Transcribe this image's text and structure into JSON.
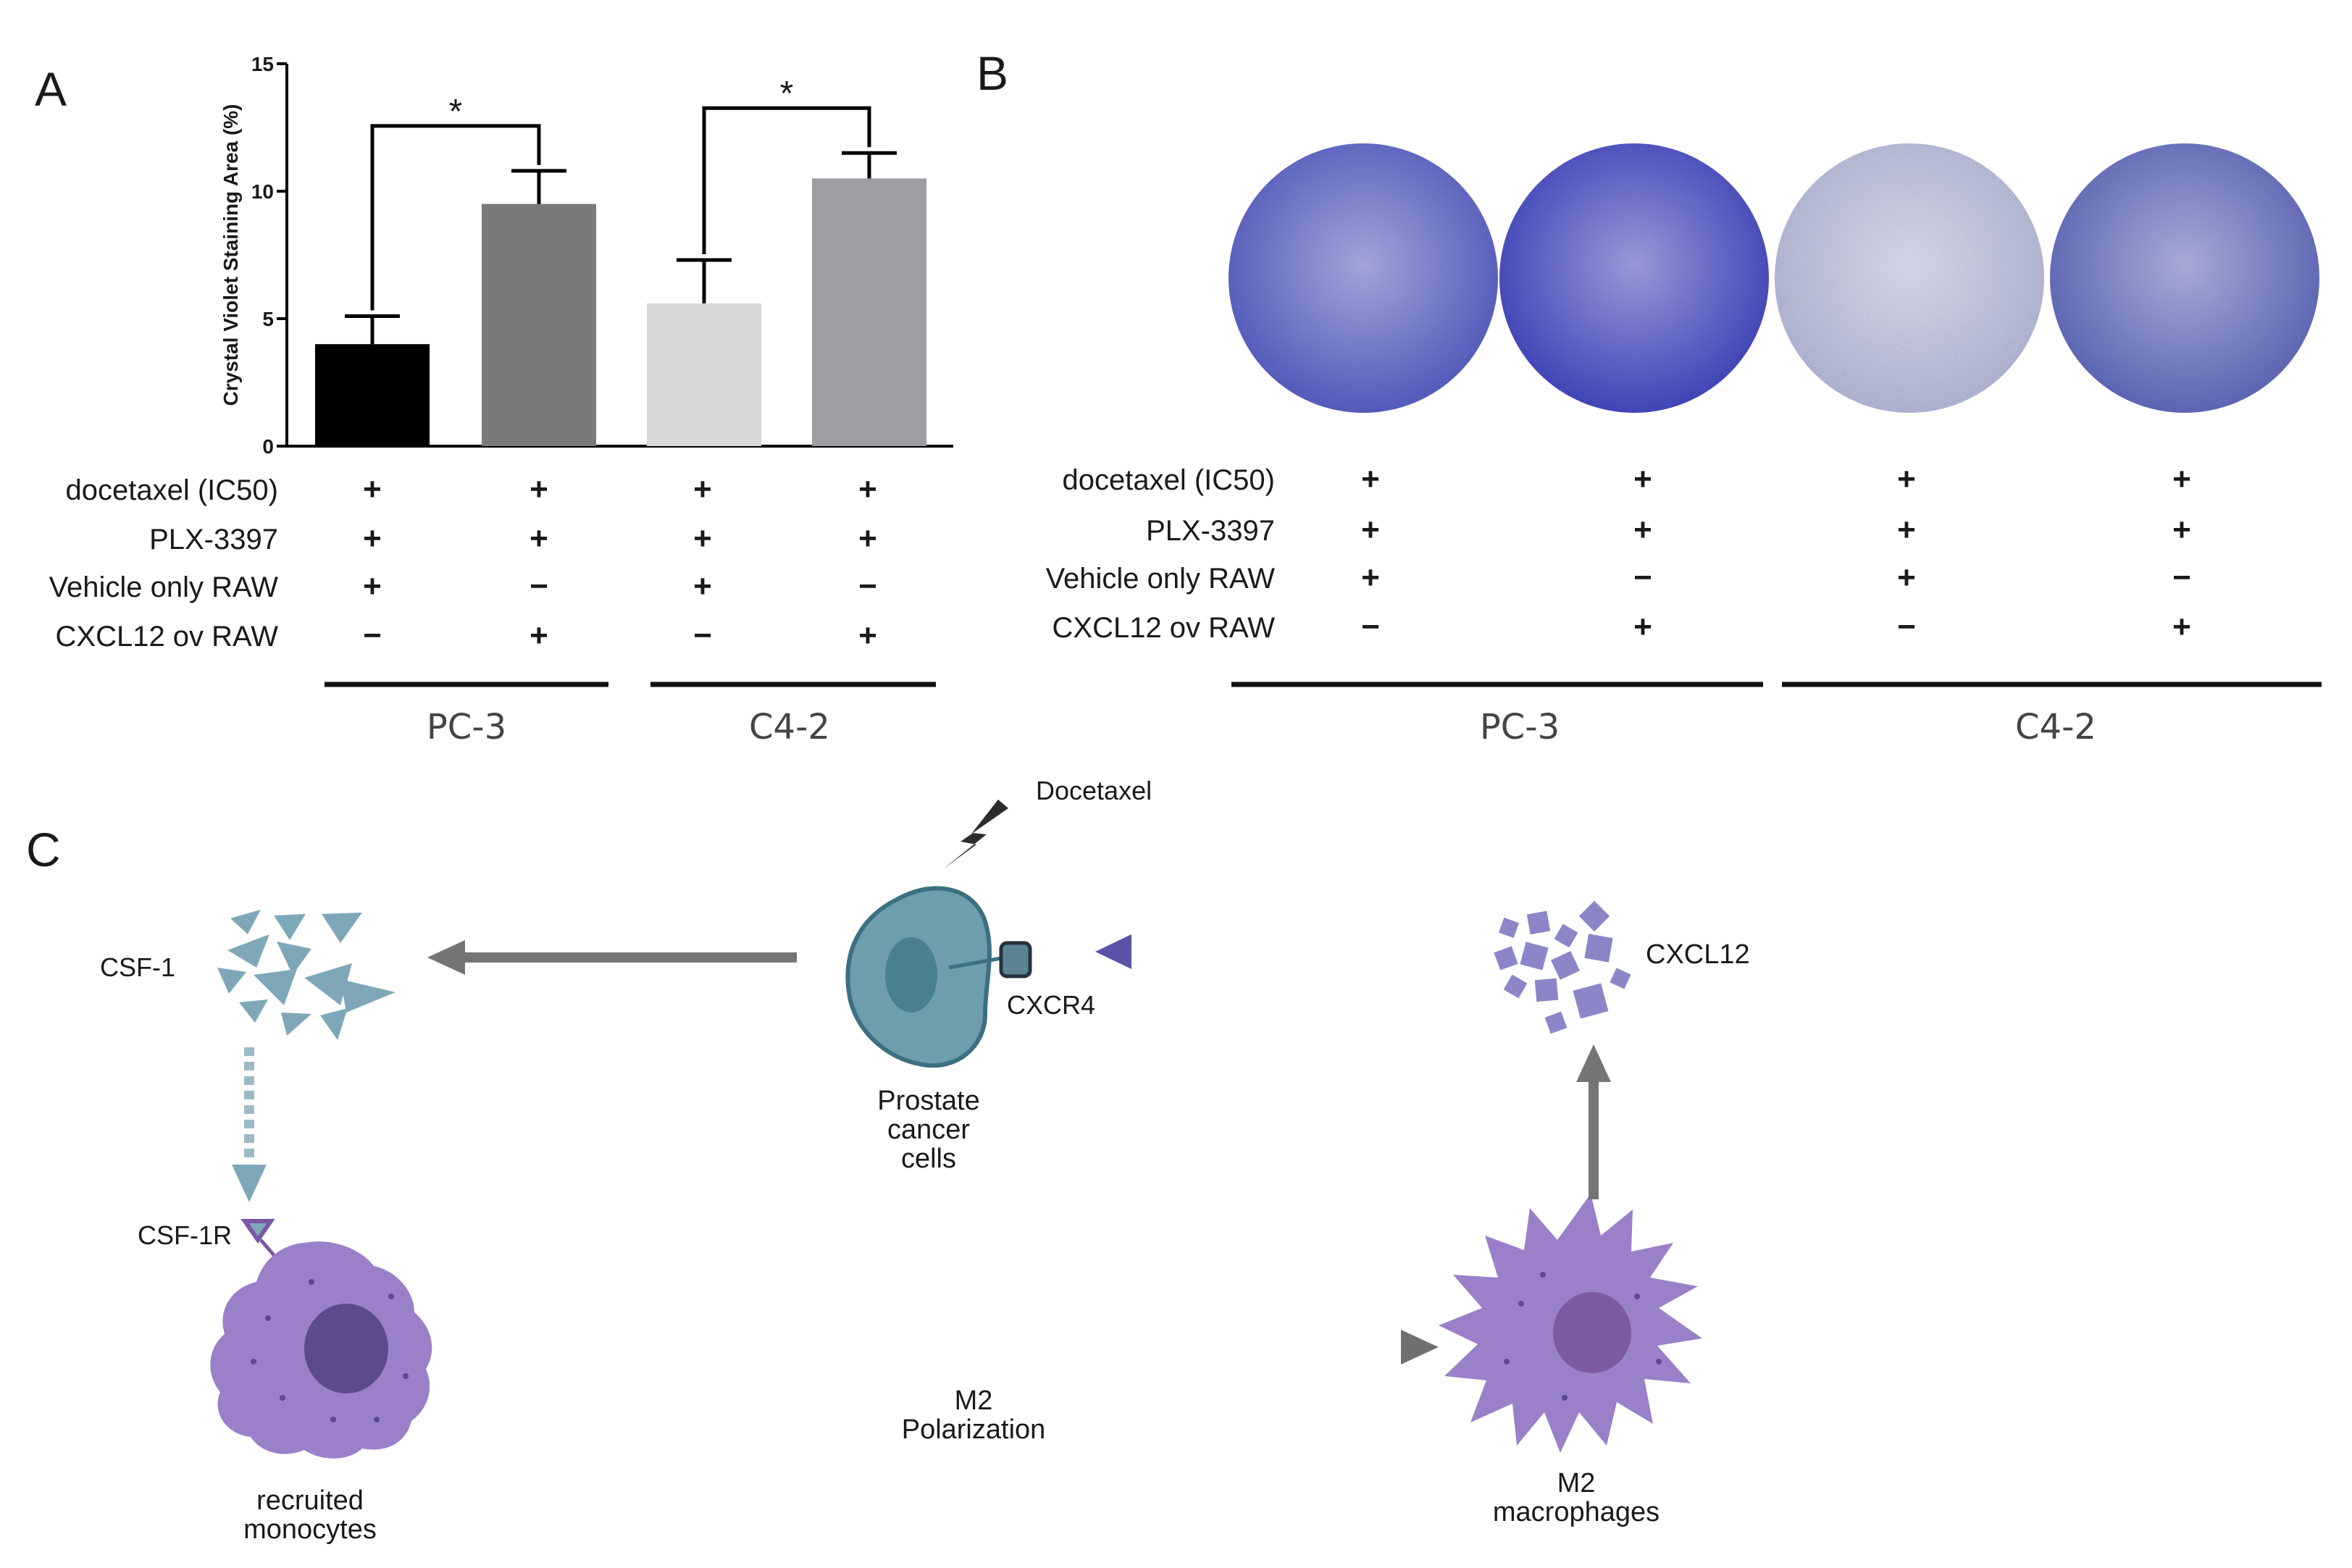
{
  "panels": {
    "a": "A",
    "b": "B",
    "c": "C"
  },
  "chart_data": {
    "type": "bar",
    "ylabel": "Crystal Violet Staining Area (%)",
    "ylim": [
      0,
      15
    ],
    "yticks": [
      "0",
      "5",
      "10",
      "15"
    ],
    "categories": [
      "PC-3 Vehicle only RAW",
      "PC-3 CXCL12 ov RAW",
      "C4-2 Vehicle only RAW",
      "C4-2 CXCL12 ov RAW"
    ],
    "values": [
      4.0,
      9.5,
      5.6,
      10.5
    ],
    "errors": [
      1.1,
      1.3,
      1.7,
      1.0
    ],
    "colors": [
      "#000000",
      "#7a7a7a",
      "#d8d8d8",
      "#9e9ea2"
    ],
    "significance": [
      {
        "between": [
          0,
          1
        ],
        "label": "*"
      },
      {
        "between": [
          2,
          3
        ],
        "label": "*"
      }
    ]
  },
  "conditions": {
    "labels": [
      "docetaxel (IC50)",
      "PLX-3397",
      "Vehicle only RAW",
      "CXCL12 ov RAW"
    ],
    "panel_a": [
      [
        "+",
        "+",
        "+",
        "+"
      ],
      [
        "+",
        "+",
        "+",
        "+"
      ],
      [
        "+",
        "−",
        "+",
        "−"
      ],
      [
        "−",
        "+",
        "−",
        "+"
      ]
    ],
    "panel_b": [
      [
        "+",
        "+",
        "+",
        "+"
      ],
      [
        "+",
        "+",
        "+",
        "+"
      ],
      [
        "+",
        "−",
        "+",
        "−"
      ],
      [
        "−",
        "+",
        "−",
        "+"
      ]
    ]
  },
  "groups": [
    "PC-3",
    "C4-2"
  ],
  "wells": {
    "colors": [
      "#5058b8",
      "#3a3eb4",
      "#b8bcd0",
      "#5a64b0"
    ]
  },
  "diagram": {
    "docetaxel": "Docetaxel",
    "csf1": "CSF-1",
    "cxcr4": "CXCR4",
    "prostate_cancer_cells": [
      "Prostate",
      "cancer",
      "cells"
    ],
    "cxcl12": "CXCL12",
    "csf1r": "CSF-1R",
    "m2_polarization": [
      "M2",
      "Polarization"
    ],
    "recruited_monocytes": [
      "recruited",
      "monocytes"
    ],
    "m2_macrophages": [
      "M2",
      "macrophages"
    ]
  }
}
